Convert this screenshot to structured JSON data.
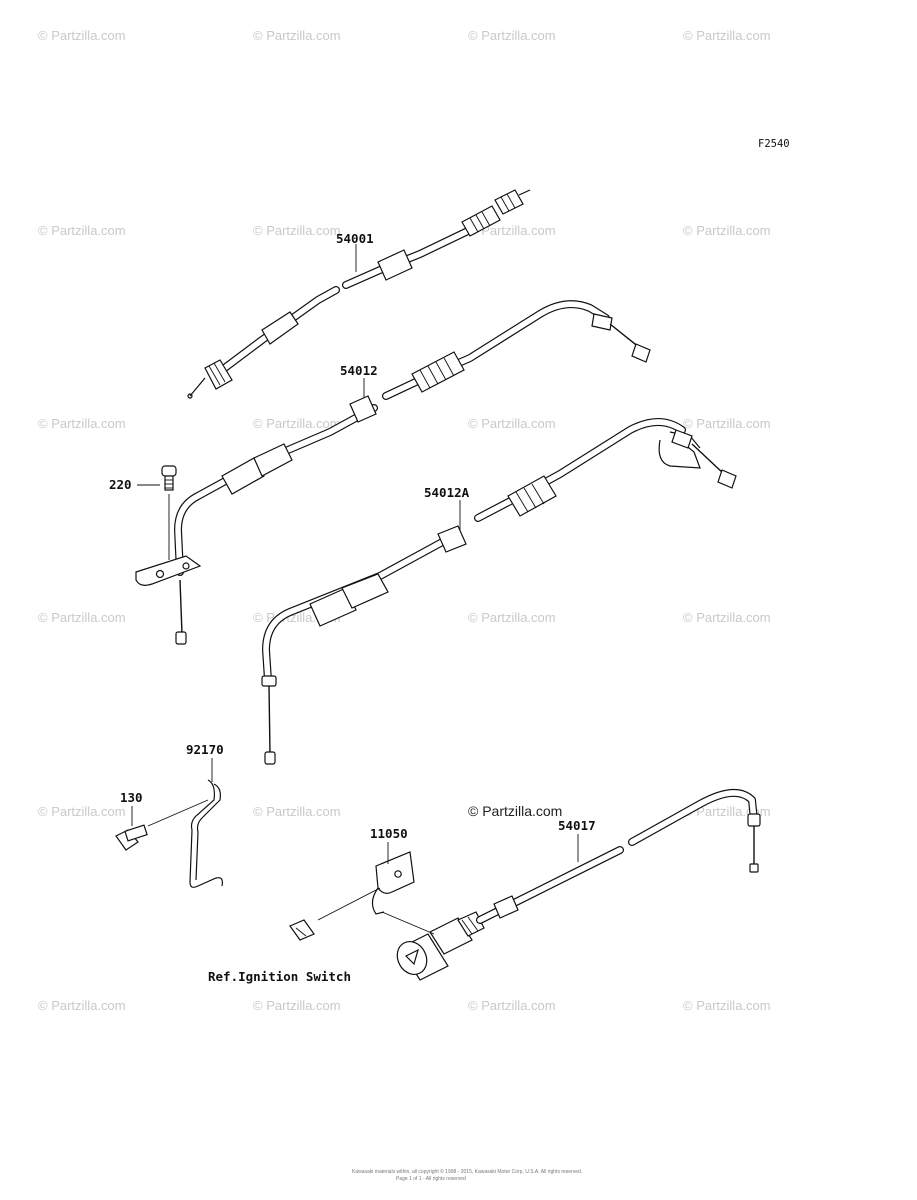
{
  "figure_code": "F2540",
  "parts": {
    "p54001": "54001",
    "p54012": "54012",
    "p54012A": "54012A",
    "p220": "220",
    "p92170": "92170",
    "p130": "130",
    "p11050": "11050",
    "p54017": "54017"
  },
  "reference_note": "Ref.Ignition Switch",
  "watermark": {
    "text": "© Partzilla.com",
    "center_text": "© Partzilla.com"
  },
  "footer": {
    "line1": "Kawasaki materials within, all copyright © 1998 - 2015, Kawasaki Motor Corp, U.S.A. All rights reserved.",
    "line2": "Page 1 of 1 - All rights reserved"
  }
}
